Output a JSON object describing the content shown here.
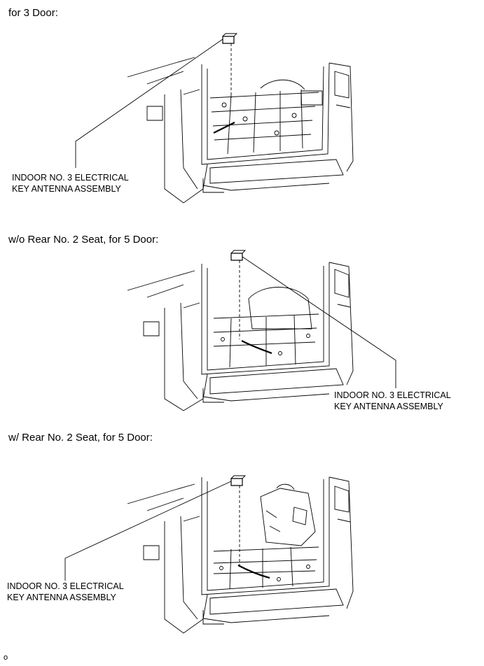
{
  "sections": [
    {
      "heading": "for 3 Door:",
      "callout_line1": "INDOOR NO. 3 ELECTRICAL",
      "callout_line2": "KEY ANTENNA ASSEMBLY"
    },
    {
      "heading": "w/o Rear No. 2 Seat, for 5 Door:",
      "callout_line1": "INDOOR NO. 3 ELECTRICAL",
      "callout_line2": "KEY ANTENNA ASSEMBLY"
    },
    {
      "heading": "w/ Rear No. 2 Seat, for 5 Door:",
      "callout_line1": "INDOOR NO. 3 ELECTRICAL",
      "callout_line2": "KEY ANTENNA ASSEMBLY"
    }
  ],
  "footer": {
    "code": "o"
  }
}
